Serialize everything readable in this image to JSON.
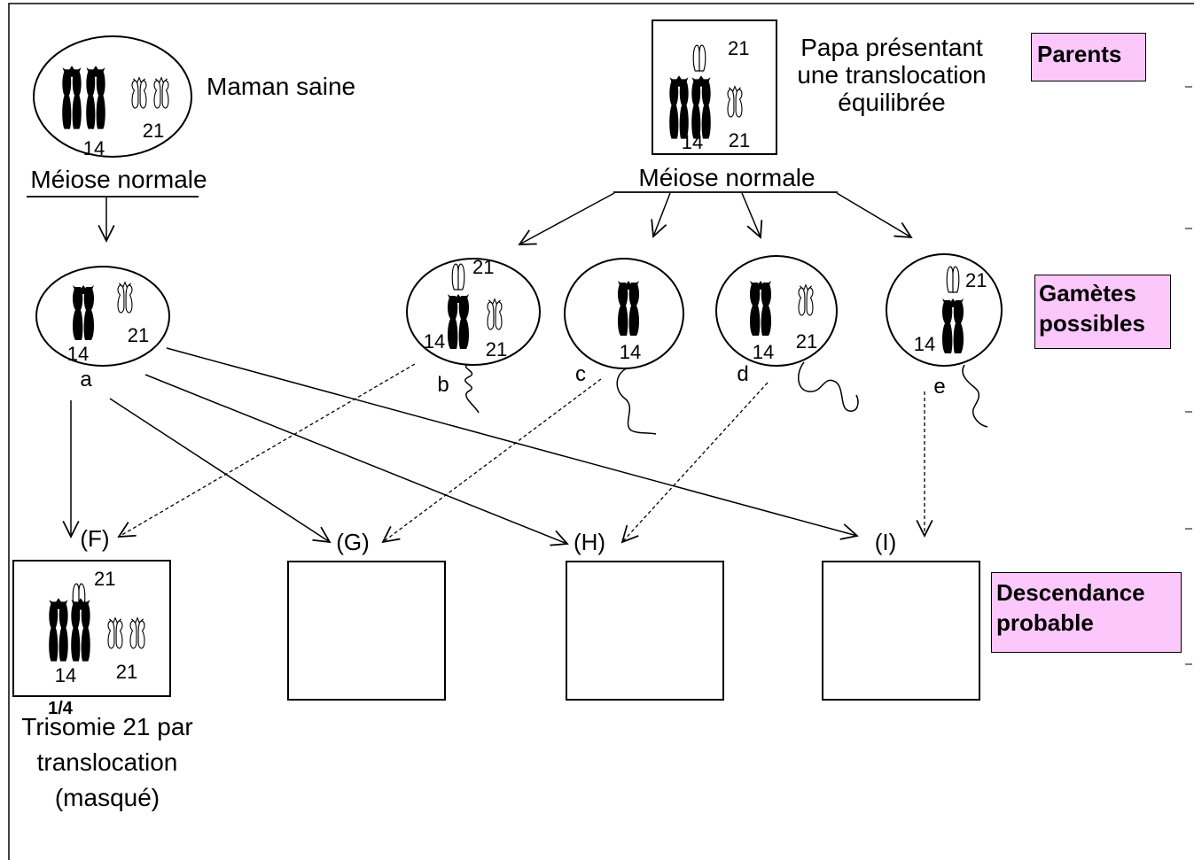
{
  "mother": {
    "label": "Maman saine",
    "chrom14": "14",
    "chrom21": "21",
    "meiosis": "Méiose normale"
  },
  "father": {
    "label_lines": [
      "Papa présentant",
      "une translocation",
      "équilibrée"
    ],
    "chrom14": "14",
    "chrom21_top": "21",
    "chrom21": "21",
    "meiosis": "Méiose normale"
  },
  "tags": {
    "parents": "Parents",
    "gametes_lines": [
      "Gamètes",
      "possibles"
    ],
    "descendance_lines": [
      "Descendance",
      "probable"
    ]
  },
  "gametes": {
    "a": {
      "letter": "a",
      "n14": "14",
      "n21": "21"
    },
    "b": {
      "letter": "b",
      "n14": "14",
      "n21": "21",
      "n21_top": "21"
    },
    "c": {
      "letter": "c",
      "n14": "14"
    },
    "d": {
      "letter": "d",
      "n14": "14",
      "n21": "21"
    },
    "e": {
      "letter": "e",
      "n14": "14",
      "n21_top": "21"
    }
  },
  "offspring": {
    "F": {
      "label": "(F)",
      "n21_top": "21",
      "n14": "14",
      "n21": "21",
      "fraction": "1/4",
      "desc_lines": [
        "Trisomie 21 par",
        "translocation",
        "(masqué)"
      ]
    },
    "G": {
      "label": "(G)"
    },
    "H": {
      "label": "(H)"
    },
    "I": {
      "label": "(I)"
    }
  },
  "colors": {
    "tag_fill": "#fcc8fc",
    "ink": "#000000",
    "background": "#ffffff"
  }
}
